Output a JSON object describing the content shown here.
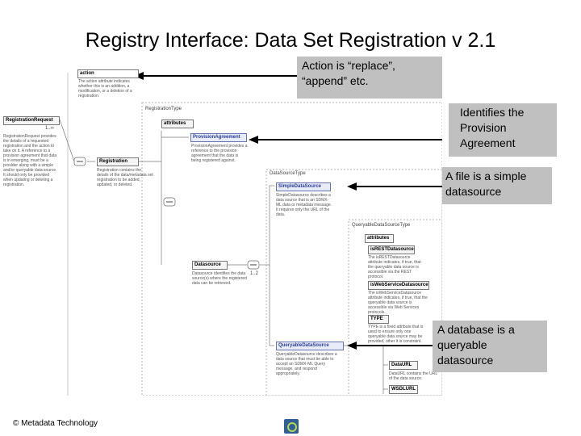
{
  "title": "Registry Interface: Data Set Registration v 2.1",
  "schema": {
    "action": {
      "label": "action",
      "doc": "The action attribute indicates whether this is an addition, a modification, or a deletion of a registration."
    },
    "registration_request": {
      "label": "RegistrationRequest",
      "mult": "1..∞",
      "doc": "RegistrationRequest provides the details of a requested registration and the action to take on it. A reference to a provision agreement that data is in emerging, must be a provider along with a simple and/or queryable data source. It should only be provided when updating or deleting a registration."
    },
    "registration": {
      "label": "Registration",
      "doc": "Registration contains the details of the data/metadata set registration to be added, updated, or deleted."
    },
    "registration_type": {
      "label": "RegistrationType"
    },
    "attributes": {
      "label": "attributes"
    },
    "provision_agreement": {
      "label": "ProvisionAgreement",
      "doc": "ProvisionAgreement provides a reference to the provision agreement that the data is being registered against."
    },
    "datasource_type": {
      "label": "DataSourceType"
    },
    "simple_datasource": {
      "label": "SimpleDataSource",
      "doc": "SimpleDatasource describes a data source that is an SDMX-ML data or metadata message. It requires only the URL of the data."
    },
    "datasource": {
      "label": "Datasource",
      "mult": "1..2",
      "doc": "Datasource identifies the data source(s) where the registered data can be retrieved."
    },
    "queryable_datasource_type": {
      "label": "QueryableDataSourceType"
    },
    "q_attributes": {
      "label": "attributes"
    },
    "is_rest": {
      "label": "isRESTDatasource",
      "doc": "The isRESTDatasource attribute indicates, if true, that the queryable data source is accessible via the REST protocol."
    },
    "is_ws": {
      "label": "isWebServiceDatasource",
      "doc": "The isWebServiceDatasource attribute indicates, if true, that the queryable data source is accessible via Web Services protocols."
    },
    "type": {
      "label": "TYPE",
      "doc": "TYPE is a fixed attribute that is used to ensure only one queryable data source may be provided, other it is constraint."
    },
    "queryable_datasource": {
      "label": "QueryableDataSource",
      "doc": "QueryableDatasource describes a data source that must be able to accept an SDMX-ML Query message, and respond appropriately."
    },
    "data_url": {
      "label": "DataURL",
      "doc": "DataURL contains the URL of the data source."
    },
    "wsdl_url": {
      "label": "WSDLURL"
    }
  },
  "callouts": [
    {
      "text": "Action is “replace”, “append” etc."
    },
    {
      "text": "Identifies the Provision Agreement"
    },
    {
      "text": "A file is a simple datasource"
    },
    {
      "text": "A database is a queryable datasource"
    }
  ],
  "footer": {
    "text": "© Metadata Technology"
  },
  "logo": {
    "icon": "metadata-technology-logo-icon"
  }
}
